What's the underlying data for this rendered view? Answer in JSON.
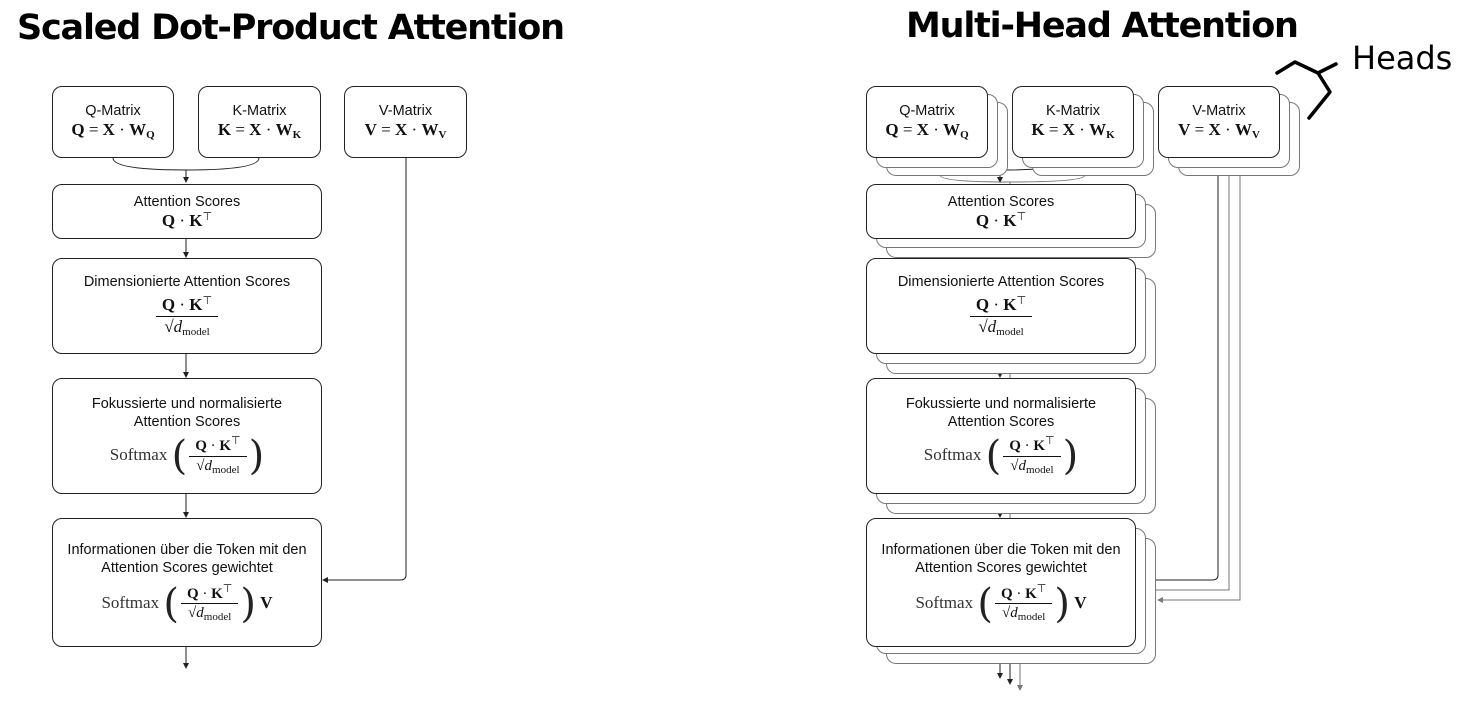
{
  "titles": {
    "left": "Scaled Dot-Product Attention",
    "right": "Multi-Head Attention",
    "heads": "Heads"
  },
  "boxes": {
    "q_matrix": "Q-Matrix",
    "k_matrix": "K-Matrix",
    "v_matrix": "V-Matrix",
    "attention_scores": "Attention Scores",
    "scaled_scores": "Dimensionierte Attention Scores",
    "focused_scores_line1": "Fokussierte und normalisierte",
    "focused_scores_line2": "Attention Scores",
    "weighted_info_line1": "Informationen über die Token mit den",
    "weighted_info_line2": "Attention Scores gewichtet"
  },
  "formulas": {
    "q_lhs": "Q",
    "k_lhs": "K",
    "v_lhs": "V",
    "x": "X",
    "w": "W",
    "q_sub": "Q",
    "k_sub": "K",
    "v_sub": "V",
    "eq": "=",
    "dot": "·",
    "transpose": "⊤",
    "sqrt": "√",
    "d": "d",
    "model": "model",
    "softmax": "Softmax",
    "lparen": "(",
    "rparen": ")"
  }
}
